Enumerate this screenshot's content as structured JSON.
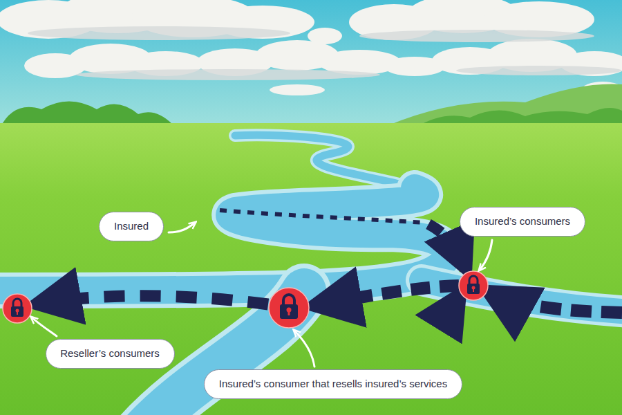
{
  "diagram": {
    "nodes": [
      {
        "text": [
          "Insured"
        ]
      },
      {
        "text": [
          "Insured’s consumers"
        ]
      },
      {
        "text": [
          "Reseller’s consumers"
        ]
      },
      {
        "text": [
          "Insured’s consumer that resells insured’s services"
        ]
      }
    ]
  }
}
